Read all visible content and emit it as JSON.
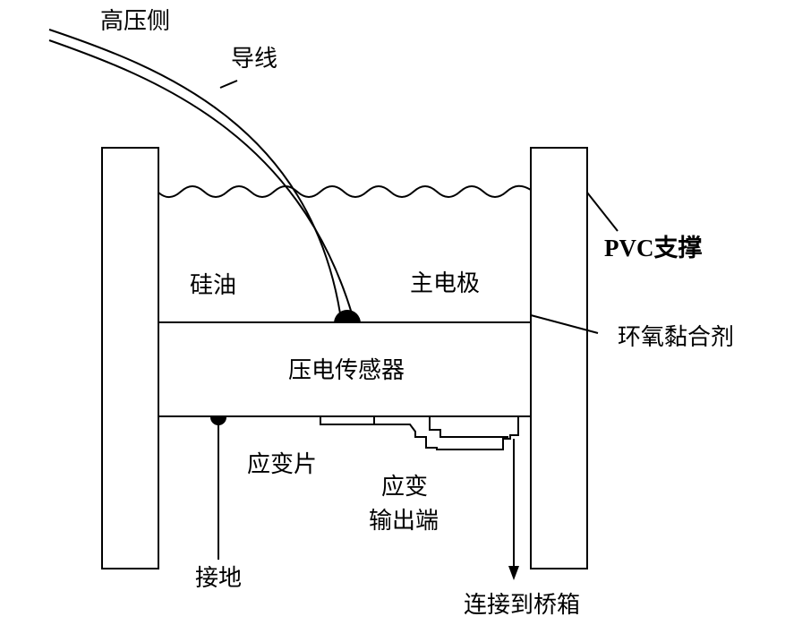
{
  "labels": {
    "high_voltage_side": "高压侧",
    "lead_wire": "导线",
    "pvc_support": "PVC支撑",
    "silicone_oil": "硅油",
    "main_electrode": "主电极",
    "epoxy_adhesive": "环氧黏合剂",
    "piezo_sensor": "压电传感器",
    "strain_gauge": "应变片",
    "strain_output_line1": "应变",
    "strain_output_line2": "输出端",
    "ground": "接地",
    "connect_to_bridge_box": "连接到桥箱"
  },
  "colors": {
    "line": "#000000",
    "background": "#ffffff"
  }
}
